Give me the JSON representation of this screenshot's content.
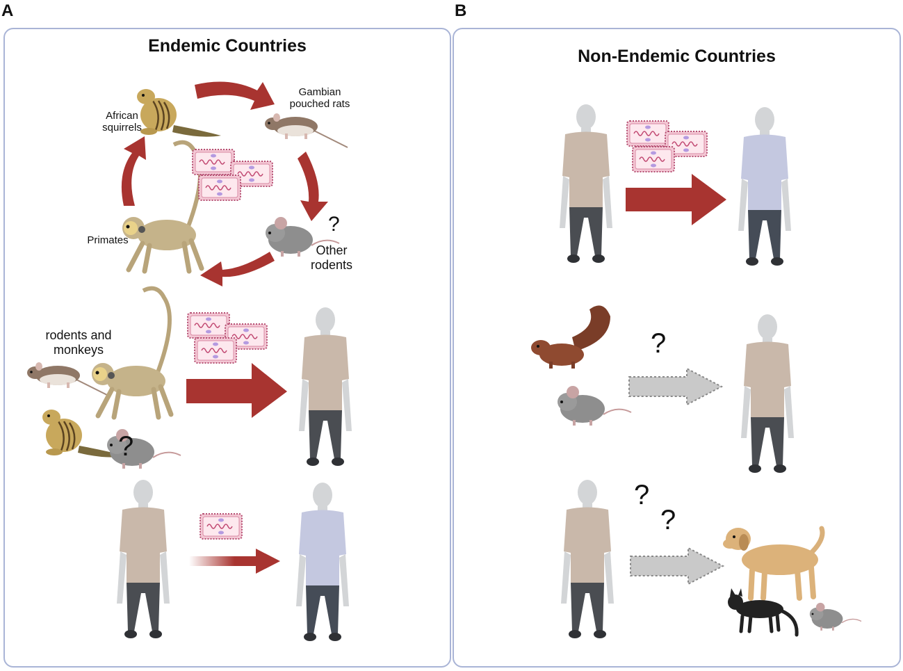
{
  "panels": {
    "a": {
      "letter": "A",
      "title": "Endemic Countries"
    },
    "b": {
      "letter": "B",
      "title": "Non-Endemic Countries"
    }
  },
  "labels": {
    "gambian_rats": "Gambian\npouched rats",
    "african_squirrels": "African\nsquirrels",
    "primates": "Primates",
    "other_rodents": "Other\nrodents",
    "rodents_monkeys": "rodents and\nmonkeys"
  },
  "question_mark": "?",
  "colors": {
    "panel_border": "#a9b4d6",
    "arrow_red": "#a83430",
    "arrow_gray": "#c9c9c9",
    "shirt_beige": "#c9b8aa",
    "shirt_blue": "#c4c8e0",
    "pants_dark": "#4a4d52",
    "skin_gray": "#d3d5d7",
    "virus_pink": "#f3c7d4"
  },
  "icons": [
    "human-icon",
    "squirrel-icon",
    "rat-icon",
    "mouse-icon",
    "monkey-icon",
    "dog-icon",
    "cat-icon",
    "virus-particle-icon"
  ]
}
